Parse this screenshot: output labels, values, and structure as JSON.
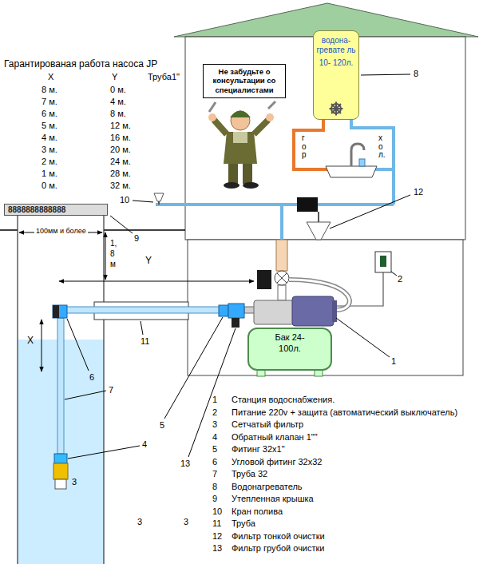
{
  "diagram": {
    "title": "Гарантированая работа насоса JP",
    "nodes": [
      {
        "text": [
          "Не забудьте о консультации со специалистами"
        ]
      },
      {
        "text": [
          "водона- гревате ль",
          "10- 120л."
        ]
      },
      {
        "text": [
          "8888888888888"
        ]
      },
      {
        "text": [
          "Бак 24- 100л."
        ]
      }
    ],
    "labels": [
      "X",
      "Y",
      "Труба1\"",
      "8 м.",
      "0 м.",
      "7 м.",
      "4 м.",
      "6 м.",
      "8 м.",
      "5 м.",
      "12 м.",
      "4 м.",
      "16 м.",
      "3 м.",
      "20 м.",
      "2 м.",
      "24 м.",
      "1 м.",
      "28 м.",
      "0 м.",
      "32 м.",
      "10",
      "8",
      "г о р",
      "х о л.",
      "12",
      "100мм и более",
      "9",
      "1, 8 м",
      "Y",
      "2",
      "X",
      "11",
      "6",
      "7",
      "5",
      "1",
      "13",
      "4",
      "3",
      "3",
      "3",
      "1",
      "Станция водоснабжения.",
      "2",
      "Питание 220v + защита (автоматический выключатель)",
      "3",
      "Сетчатый фильтр",
      "4",
      "Обратный клапан 1\"\"",
      "5",
      "Фитинг 32x1\"",
      "6",
      "Угловой фитинг 32x32",
      "7",
      "Труба 32",
      "8",
      "Водонагреватель",
      "9",
      "Утепленная крышка",
      "10",
      "Кран полива",
      "11",
      "Труба",
      "12",
      "Фильтр тонкой очистки",
      "13",
      "Фильтр грубой очистки"
    ]
  }
}
